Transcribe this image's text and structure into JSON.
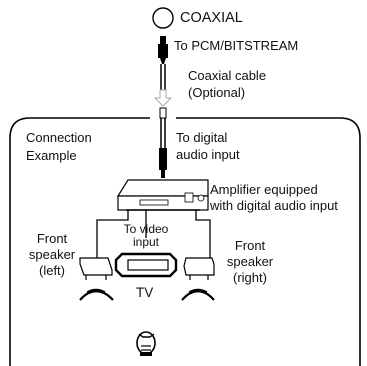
{
  "labels": {
    "coaxial": "COAXIAL",
    "pcm": "To PCM/BITSTREAM",
    "coaxial_cable": "Coaxial cable",
    "optional": "(Optional)",
    "connection": "Connection",
    "example": "Example",
    "to_digital": "To digital",
    "audio_input": "audio input",
    "amplifier_line1": "Amplifier equipped",
    "amplifier_line2": "with digital audio input",
    "front_left_1": "Front",
    "front_left_2": "speaker",
    "front_left_3": "(left)",
    "to_video_1": "To video",
    "to_video_2": "input",
    "tv": "TV",
    "front_right_1": "Front",
    "front_right_2": "speaker",
    "front_right_3": "(right)"
  }
}
